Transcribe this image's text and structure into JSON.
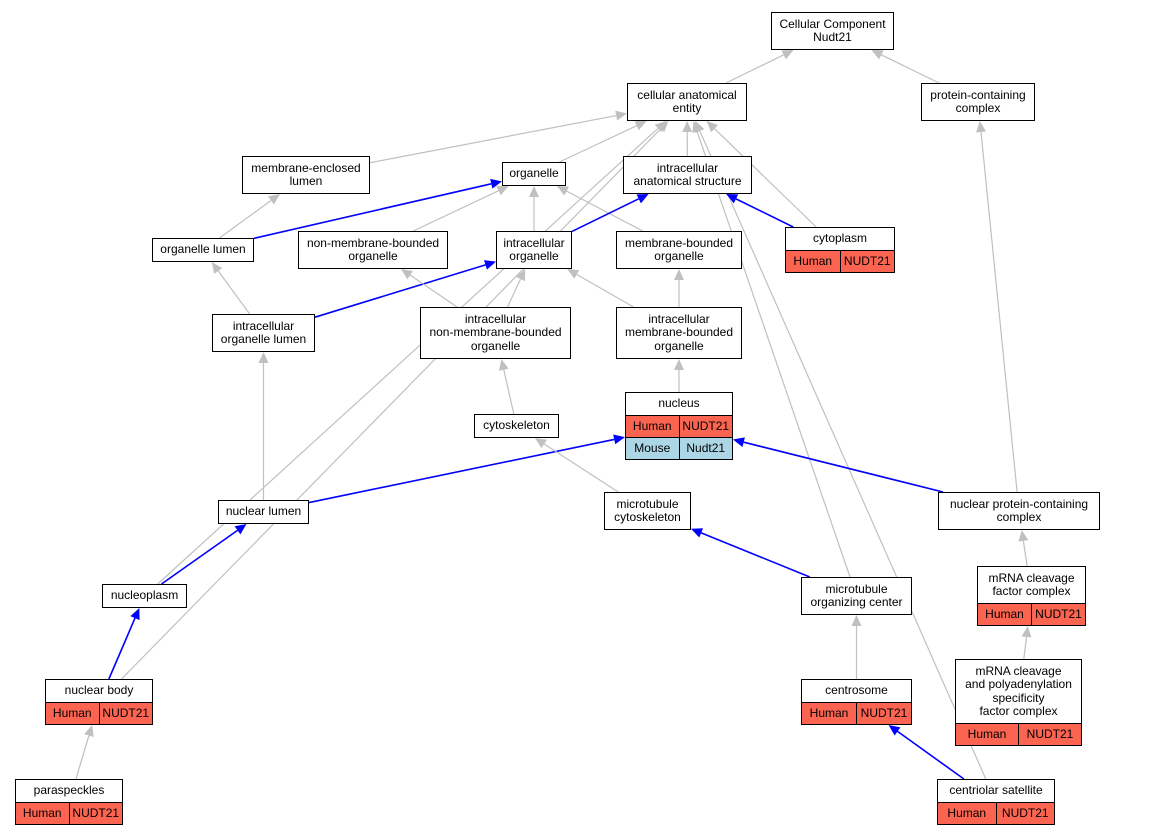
{
  "colors": {
    "gray_edge": "#c0c0c0",
    "blue_edge": "#0000ff",
    "human_row": "#fa6450",
    "mouse_row": "#acd6e5"
  },
  "nodes": {
    "cc_nudt21": {
      "label": "Cellular Component\nNudt21"
    },
    "cae": {
      "label": "cellular anatomical\nentity"
    },
    "pcc": {
      "label": "protein-containing\ncomplex"
    },
    "mel": {
      "label": "membrane-enclosed\nlumen"
    },
    "organelle": {
      "label": "organelle"
    },
    "ias": {
      "label": "intracellular\nanatomical structure"
    },
    "organelle_lumen": {
      "label": "organelle lumen"
    },
    "nmbo": {
      "label": "non-membrane-bounded\norganelle"
    },
    "io": {
      "label": "intracellular\norganelle"
    },
    "mbo": {
      "label": "membrane-bounded\norganelle"
    },
    "cytoplasm": {
      "label": "cytoplasm",
      "rows": [
        [
          "Human",
          "NUDT21"
        ]
      ]
    },
    "iol": {
      "label": "intracellular\norganelle lumen"
    },
    "inmbo": {
      "label": "intracellular\nnon-membrane-bounded\norganelle"
    },
    "imbo": {
      "label": "intracellular\nmembrane-bounded\norganelle"
    },
    "nucleus": {
      "label": "nucleus",
      "rows": [
        [
          "Human",
          "NUDT21"
        ],
        [
          "Mouse",
          "Nudt21"
        ]
      ]
    },
    "cytoskeleton": {
      "label": "cytoskeleton"
    },
    "nuclear_lumen": {
      "label": "nuclear lumen"
    },
    "mt_cyto": {
      "label": "microtubule\ncytoskeleton"
    },
    "npcc": {
      "label": "nuclear protein-containing\ncomplex"
    },
    "nucleoplasm": {
      "label": "nucleoplasm"
    },
    "mtoc": {
      "label": "microtubule\norganizing center"
    },
    "mrna_cfc": {
      "label": "mRNA cleavage\nfactor complex",
      "rows": [
        [
          "Human",
          "NUDT21"
        ]
      ]
    },
    "nuclear_body": {
      "label": "nuclear body",
      "rows": [
        [
          "Human",
          "NUDT21"
        ]
      ]
    },
    "centrosome": {
      "label": "centrosome",
      "rows": [
        [
          "Human",
          "NUDT21"
        ]
      ]
    },
    "mrna_cpsf": {
      "label": "mRNA cleavage\nand polyadenylation\nspecificity\nfactor complex",
      "rows": [
        [
          "Human",
          "NUDT21"
        ]
      ]
    },
    "paraspeckles": {
      "label": "paraspeckles",
      "rows": [
        [
          "Human",
          "NUDT21"
        ]
      ]
    },
    "centriolar_satellite": {
      "label": "centriolar satellite",
      "rows": [
        [
          "Human",
          "NUDT21"
        ]
      ]
    }
  },
  "edges": [
    {
      "from": "cae",
      "to": "cc_nudt21",
      "type": "is_a"
    },
    {
      "from": "pcc",
      "to": "cc_nudt21",
      "type": "is_a"
    },
    {
      "from": "mel",
      "to": "cae",
      "type": "is_a"
    },
    {
      "from": "organelle",
      "to": "cae",
      "type": "is_a"
    },
    {
      "from": "ias",
      "to": "cae",
      "type": "is_a"
    },
    {
      "from": "cytoplasm",
      "to": "cae",
      "type": "is_a"
    },
    {
      "from": "nucleoplasm",
      "to": "cae",
      "type": "is_a"
    },
    {
      "from": "nuclear_body",
      "to": "cae",
      "type": "is_a"
    },
    {
      "from": "mtoc",
      "to": "cae",
      "type": "is_a"
    },
    {
      "from": "centriolar_satellite",
      "to": "cae",
      "type": "is_a"
    },
    {
      "from": "organelle_lumen",
      "to": "mel",
      "type": "is_a"
    },
    {
      "from": "organelle_lumen",
      "to": "organelle",
      "type": "part_of"
    },
    {
      "from": "nmbo",
      "to": "organelle",
      "type": "is_a"
    },
    {
      "from": "io",
      "to": "organelle",
      "type": "is_a"
    },
    {
      "from": "mbo",
      "to": "organelle",
      "type": "is_a"
    },
    {
      "from": "io",
      "to": "ias",
      "type": "part_of"
    },
    {
      "from": "cytoplasm",
      "to": "ias",
      "type": "part_of"
    },
    {
      "from": "iol",
      "to": "organelle_lumen",
      "type": "is_a"
    },
    {
      "from": "iol",
      "to": "io",
      "type": "part_of"
    },
    {
      "from": "inmbo",
      "to": "nmbo",
      "type": "is_a"
    },
    {
      "from": "inmbo",
      "to": "io",
      "type": "is_a"
    },
    {
      "from": "imbo",
      "to": "io",
      "type": "is_a"
    },
    {
      "from": "imbo",
      "to": "mbo",
      "type": "is_a"
    },
    {
      "from": "nucleus",
      "to": "imbo",
      "type": "is_a"
    },
    {
      "from": "cytoskeleton",
      "to": "inmbo",
      "type": "is_a"
    },
    {
      "from": "nuclear_lumen",
      "to": "iol",
      "type": "is_a"
    },
    {
      "from": "nuclear_lumen",
      "to": "nucleus",
      "type": "part_of"
    },
    {
      "from": "mt_cyto",
      "to": "cytoskeleton",
      "type": "is_a"
    },
    {
      "from": "npcc",
      "to": "nucleus",
      "type": "part_of"
    },
    {
      "from": "npcc",
      "to": "pcc",
      "type": "is_a"
    },
    {
      "from": "nucleoplasm",
      "to": "nuclear_lumen",
      "type": "part_of"
    },
    {
      "from": "mtoc",
      "to": "mt_cyto",
      "type": "part_of"
    },
    {
      "from": "mrna_cfc",
      "to": "npcc",
      "type": "is_a"
    },
    {
      "from": "nuclear_body",
      "to": "nucleoplasm",
      "type": "part_of"
    },
    {
      "from": "centrosome",
      "to": "mtoc",
      "type": "is_a"
    },
    {
      "from": "mrna_cpsf",
      "to": "mrna_cfc",
      "type": "is_a"
    },
    {
      "from": "paraspeckles",
      "to": "nuclear_body",
      "type": "is_a"
    },
    {
      "from": "centriolar_satellite",
      "to": "centrosome",
      "type": "part_of"
    }
  ]
}
